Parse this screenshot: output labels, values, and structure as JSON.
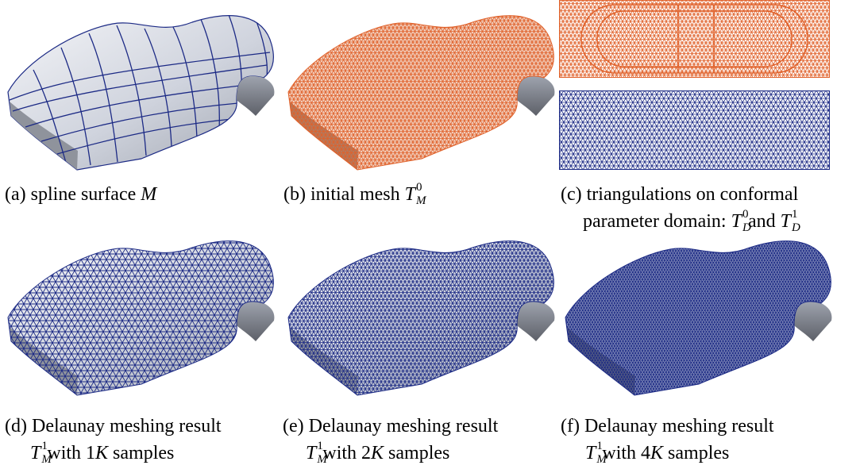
{
  "panels": {
    "a": {
      "label": "(a)",
      "text": "spline surface",
      "var": "M"
    },
    "b": {
      "label": "(b)",
      "text": "initial mesh",
      "var": "T",
      "sup": "0",
      "sub": "M"
    },
    "c": {
      "line1": "(c) triangulations on conformal",
      "line2": "parameter domain:",
      "v1": "T",
      "sup1": "0",
      "sub1": "D",
      "and": "and",
      "v2": "T",
      "sup2": "1",
      "sub2": "D"
    },
    "d": {
      "line1": "(d) Delaunay meshing result",
      "var": "T",
      "sup": "1",
      "sub": "M",
      "with": "with",
      "num": "1",
      "k": "K",
      "samples": "samples"
    },
    "e": {
      "line1": "(e) Delaunay meshing result",
      "var": "T",
      "sup": "1",
      "sub": "M",
      "with": "with",
      "num": "2",
      "k": "K",
      "samples": "samples"
    },
    "f": {
      "line1": "(f) Delaunay meshing result",
      "var": "T",
      "sup": "1",
      "sub": "M",
      "with": "with",
      "num": "4",
      "k": "K",
      "samples": "samples"
    }
  },
  "colors": {
    "orange_mesh": "#e0612a",
    "blue_mesh": "#1c2a85",
    "surface": "#d8dce6"
  }
}
